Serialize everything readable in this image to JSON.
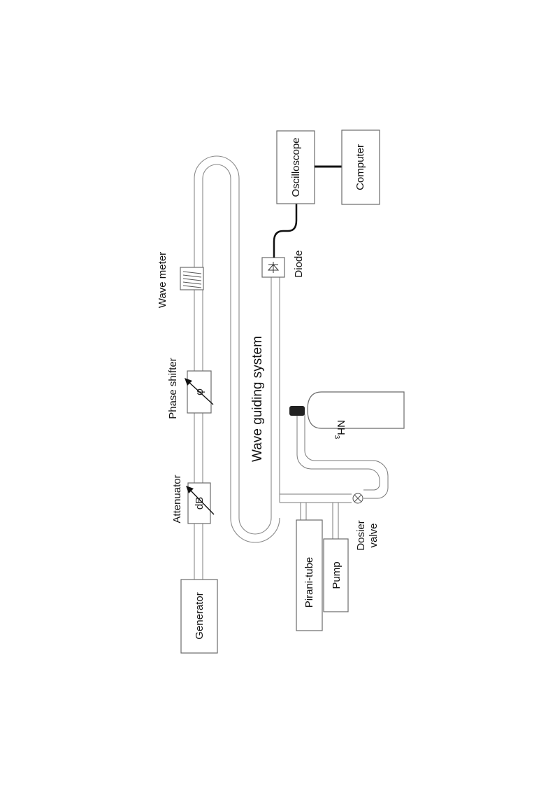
{
  "diagram": {
    "system_label": "Wave guiding system",
    "components": {
      "generator": "Generator",
      "attenuator": "Attenuator",
      "attenuator_symbol": "dB",
      "phase_shifter": "Phase shifter",
      "phase_symbol": "φ",
      "wave_meter": "Wave meter",
      "diode": "Diode",
      "oscilloscope": "Oscilloscope",
      "computer": "Computer",
      "pirani_tube": "Pirani-tube",
      "pump": "Pump",
      "dosier_line1": "Dosier",
      "dosier_line2": "valve",
      "nh3": "NH",
      "nh3_sub": "3"
    }
  }
}
